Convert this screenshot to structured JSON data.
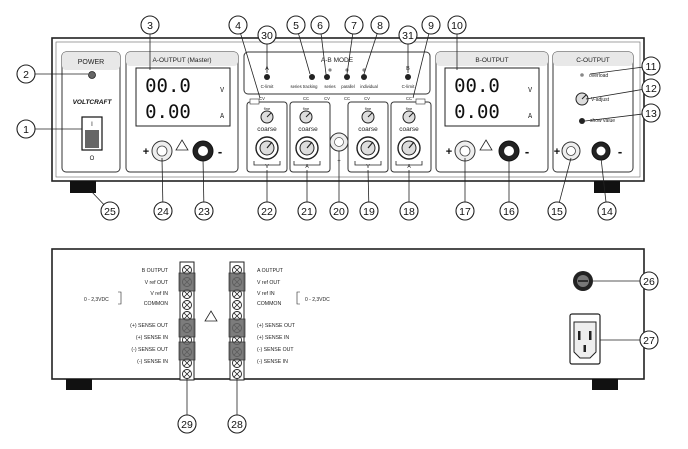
{
  "front": {
    "power_label": "POWER",
    "brand": "VOLTCRAFT",
    "switch_on": "I",
    "switch_off": "O",
    "a_output_title": "A-OUTPUT (Master)",
    "b_output_title": "B-OUTPUT",
    "c_output_title": "C-OUTPUT",
    "ab_mode_title": "A-B MODE",
    "lcd_value_volts": "00.0",
    "lcd_value_amps": "0.00",
    "unit_volts": "V",
    "unit_amps": "A",
    "led_a": "A",
    "led_b": "B",
    "c_limit": "C-limit",
    "series_tracking": "series tracking",
    "series": "series",
    "parallel": "parallel",
    "individual": "individual",
    "cv": "CV",
    "cc": "CC",
    "fine": "fine",
    "coarse": "coarse",
    "unit_v_bracket": "V",
    "unit_a_bracket": "A",
    "overload": "overload",
    "v_adjust": "V-adjust",
    "show_value": "show value",
    "plus": "+",
    "minus": "-"
  },
  "rear": {
    "left_terminals": [
      "B OUTPUT",
      "V ref OUT",
      "V ref IN",
      "COMMON",
      "(+) SENSE OUT",
      "(+) SENSE IN",
      "(-) SENSE OUT",
      "(-) SENSE IN"
    ],
    "right_terminals": [
      "A OUTPUT",
      "V ref OUT",
      "V ref IN",
      "COMMON",
      "(+) SENSE OUT",
      "(+) SENSE IN",
      "(-) SENSE OUT",
      "(-) SENSE IN"
    ],
    "vref_range": "0 - 2,3VDC"
  },
  "callouts": [
    "1",
    "2",
    "3",
    "4",
    "5",
    "6",
    "7",
    "8",
    "9",
    "10",
    "11",
    "12",
    "13",
    "14",
    "15",
    "16",
    "17",
    "18",
    "19",
    "20",
    "21",
    "22",
    "23",
    "24",
    "25",
    "26",
    "27",
    "28",
    "29",
    "30",
    "31"
  ]
}
